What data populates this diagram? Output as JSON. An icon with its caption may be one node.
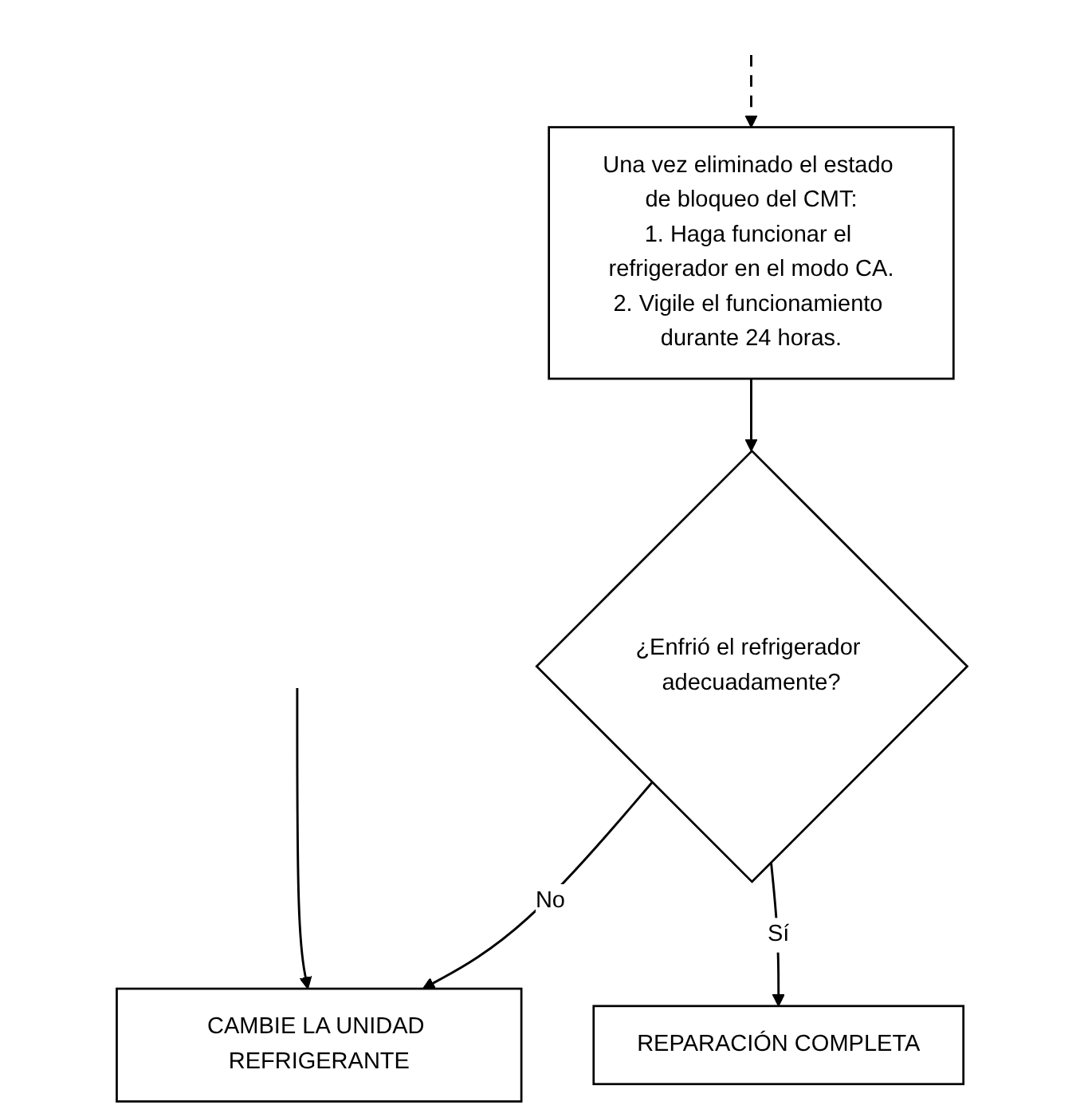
{
  "diagram": {
    "nodes": [
      {
        "text": [
          "CAMBIE LA UNIDAD REFRIGERANTE"
        ]
      },
      {
        "text": [
          "Una vez eliminado el estado de bloqueo del CMT:",
          "1. Haga funcionar el refrigerador en el modo CA.",
          "2. Vigile el funcionamiento durante 24 horas."
        ]
      },
      {
        "text": [
          "¿Enfrió el refrigerador adecuadamente?"
        ]
      },
      {
        "text": [
          "REPARACIÓN COMPLETA"
        ]
      }
    ],
    "edges": [
      {
        "from": null,
        "to": 1,
        "arrow": "to",
        "style": "dashed"
      },
      {
        "from": 1,
        "to": 2,
        "arrow": "to"
      },
      {
        "from": 2,
        "to": 0,
        "arrow": "to",
        "label": "No"
      },
      {
        "from": null,
        "to": 0,
        "arrow": "to"
      },
      {
        "from": 2,
        "to": 3,
        "arrow": "to",
        "label": "Sí"
      }
    ]
  }
}
